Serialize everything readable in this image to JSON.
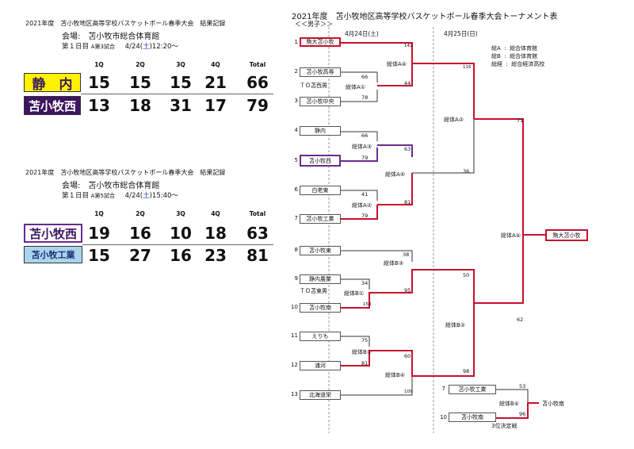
{
  "game1": {
    "header": "2021年度　苫小牧地区高等学校バスケットボール春季大会　結果記録",
    "venue": "会場:　苫小牧市総合体育館",
    "day": "第１日目",
    "game_no": "A第3試合",
    "date": "4/24(",
    "dow": "土",
    "time": ")12:20～",
    "quarters": [
      "1Q",
      "2Q",
      "3Q",
      "4Q",
      "Total"
    ],
    "teams": [
      {
        "name": "静　内",
        "scores": [
          "15",
          "15",
          "15",
          "21",
          "66"
        ]
      },
      {
        "name": "苫小牧西",
        "scores": [
          "13",
          "18",
          "31",
          "17",
          "79"
        ]
      }
    ]
  },
  "game2": {
    "header": "2021年度　苫小牧地区高等学校バスケットボール春季大会　結果記録",
    "venue": "会場:　苫小牧市総合体育館",
    "day": "第１日目",
    "game_no": "A第5試合",
    "date": "4/24(",
    "dow": "土",
    "time": ")15:40～",
    "quarters": [
      "1Q",
      "2Q",
      "3Q",
      "4Q",
      "Total"
    ],
    "teams": [
      {
        "name": "苫小牧西",
        "scores": [
          "19",
          "16",
          "10",
          "18",
          "63"
        ]
      },
      {
        "name": "苫小牧工業",
        "scores": [
          "15",
          "27",
          "16",
          "23",
          "81"
        ]
      }
    ]
  },
  "bracket": {
    "title": "2021年度　苫小牧地区高等学校バスケットボール春季大会トーナメント表",
    "division": "＜＜男子＞＞",
    "day1": "4月24日(土)",
    "day2": "4月25日(日)",
    "legend": [
      {
        "code": "総A",
        "sep": ":",
        "place": "総合体育館"
      },
      {
        "code": "総B",
        "sep": ":",
        "place": "総合体育館"
      },
      {
        "code": "総経",
        "sep": ":",
        "place": "総合経済高校"
      }
    ],
    "teams": [
      {
        "no": "1",
        "name": "駒大苫小牧"
      },
      {
        "no": "2",
        "name": "苫小牧高専"
      },
      {
        "no": "3",
        "name": "苫小牧中央"
      },
      {
        "no": "4",
        "name": "静内"
      },
      {
        "no": "5",
        "name": "苫小牧西"
      },
      {
        "no": "6",
        "name": "白老東"
      },
      {
        "no": "7",
        "name": "苫小牧工業"
      },
      {
        "no": "8",
        "name": "苫小牧東"
      },
      {
        "no": "9",
        "name": "静内農業"
      },
      {
        "no": "10",
        "name": "苫小牧南"
      },
      {
        "no": "11",
        "name": "えりも"
      },
      {
        "no": "12",
        "name": "浦河"
      },
      {
        "no": "13",
        "name": "北海道栄"
      }
    ],
    "champion": "駒大苫小牧",
    "third_place": {
      "teams": [
        {
          "no": "7",
          "name": "苫小牧工業"
        },
        {
          "no": "10",
          "name": "苫小牧南"
        }
      ],
      "venue": "総体B④",
      "winner": "苫小牧南",
      "label": "3位決定戦",
      "scores": [
        "53",
        "96"
      ]
    },
    "venues": {
      "g1": "ＴＯ苫西男",
      "g1b": "総体A①",
      "g2": "総体A③",
      "g3": "総体A②",
      "g4": "総体A④",
      "g5": "総体A⑤",
      "g6": "総体B③",
      "g7": "ＴＯ苫東男",
      "g7b": "総体B①",
      "g8": "総体B②",
      "g9": "総体B④",
      "g10": "総体A②",
      "g11": "総体B②",
      "final": "総体A④"
    },
    "scores": {
      "s1": "142",
      "s2": "66",
      "s3": "44",
      "s4": "78",
      "s5": "66",
      "s6": "63",
      "s7": "79",
      "s8": "36",
      "s9": "41",
      "s10": "81",
      "s11": "79",
      "s12": "116",
      "s13": "71",
      "s14": "38",
      "s15": "34",
      "s16": "95",
      "s17": "150",
      "s18": "50",
      "s19": "62",
      "s20": "75",
      "s21": "60",
      "s22": "81",
      "s23": "98",
      "s24": "109"
    }
  }
}
